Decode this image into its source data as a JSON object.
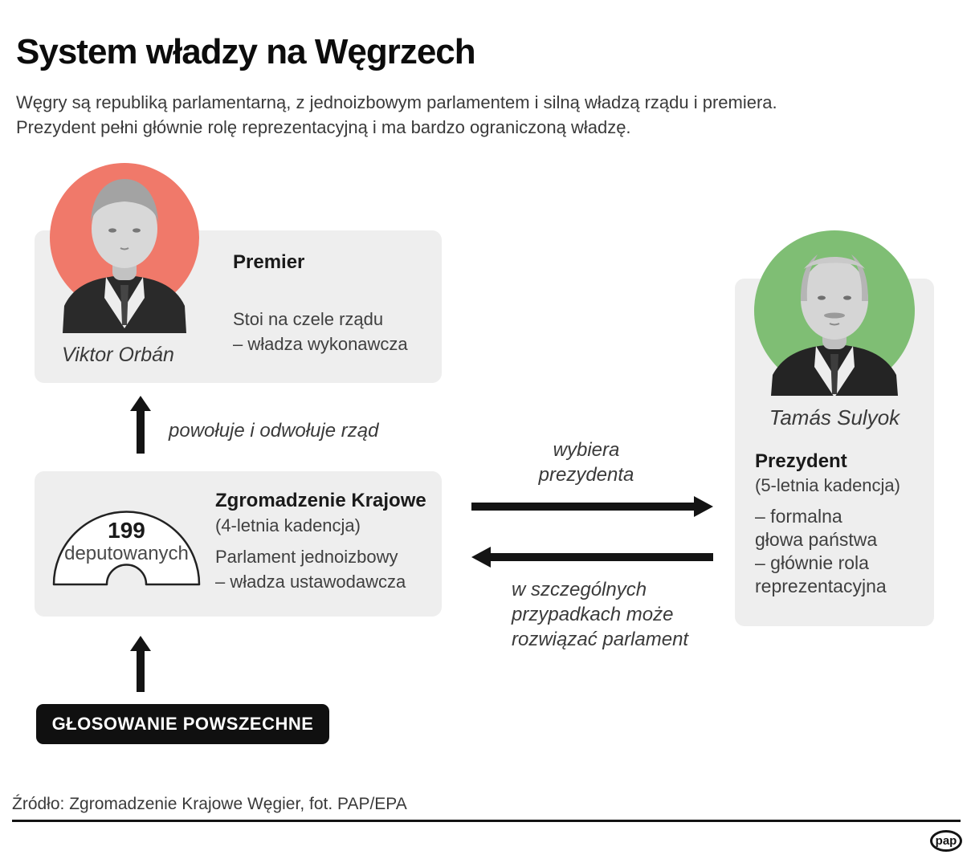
{
  "page": {
    "title": "System władzy na Węgrzech",
    "subtitle_line1": "Węgry są republiką parlamentarną, z jednoizbowym parlamentem i silną władzą rządu i premiera.",
    "subtitle_line2": "Prezydent pełni głównie rolę reprezentacyjną i ma bardzo ograniczoną władzę."
  },
  "premier": {
    "photo_caption": "Viktor Orbán",
    "heading": "Premier",
    "body_line1": "Stoi na czele rządu",
    "body_line2": "– władza wykonawcza",
    "accent_color": "#F0796A"
  },
  "parliament": {
    "seats": "199",
    "seats_label": "deputowanych",
    "heading": "Zgromadzenie Krajowe",
    "term": "(4-letnia kadencja)",
    "body_line1": "Parlament jednoizbowy",
    "body_line2": "– władza ustawodawcza"
  },
  "president": {
    "photo_caption": "Tamás Sulyok",
    "heading": "Prezydent",
    "term": "(5-letnia kadencja)",
    "body_line1": "– formalna",
    "body_line2": "głowa państwa",
    "body_line3": "– głównie rola",
    "body_line4": "reprezentacyjna",
    "accent_color": "#7FBE74"
  },
  "arrows": {
    "appoints_label": "powołuje i odwołuje rząd",
    "elects_label_line1": "wybiera",
    "elects_label_line2": "prezydenta",
    "dissolve_label_line1": "w szczególnych",
    "dissolve_label_line2": "przypadkach może",
    "dissolve_label_line3": "rozwiązać parlament"
  },
  "vote": {
    "label": "GŁOSOWANIE POWSZECHNE"
  },
  "footer": {
    "source": "Źródło: Zgromadzenie Krajowe Węgier, fot. PAP/EPA",
    "logo_text": "pap"
  },
  "colors": {
    "card_background": "#EEEEEE",
    "ink": "#141414"
  }
}
